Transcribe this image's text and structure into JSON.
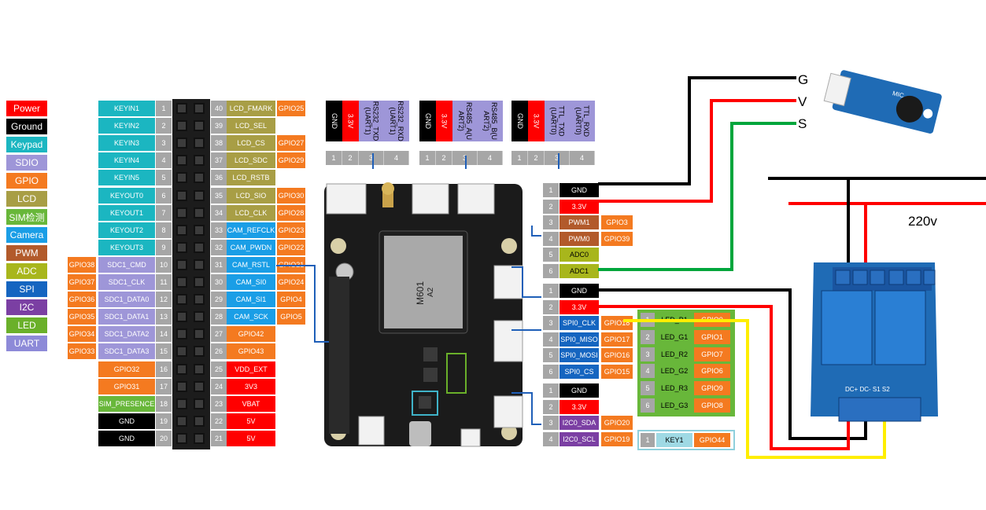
{
  "legend": [
    {
      "label": "Power",
      "color": "#ff0000"
    },
    {
      "label": "Ground",
      "color": "#000000"
    },
    {
      "label": "Keypad",
      "color": "#1bb6c1"
    },
    {
      "label": "SDIO",
      "color": "#9e96d8"
    },
    {
      "label": "GPIO",
      "color": "#f47a20"
    },
    {
      "label": "LCD",
      "color": "#a89e45"
    },
    {
      "label": "SIM检测",
      "color": "#68b73a"
    },
    {
      "label": "Camera",
      "color": "#1a9ee6"
    },
    {
      "label": "PWM",
      "color": "#b25a2b"
    },
    {
      "label": "ADC",
      "color": "#a8b61c"
    },
    {
      "label": "SPI",
      "color": "#1565c0"
    },
    {
      "label": "I2C",
      "color": "#7b3fa3"
    },
    {
      "label": "LED",
      "color": "#6ab02a"
    },
    {
      "label": "UART",
      "color": "#8d8ad8"
    }
  ],
  "left_header": {
    "rows": [
      {
        "gpio": "",
        "name": "KEYIN1",
        "name_color": "#1bb6c1",
        "l": "1",
        "r": "40",
        "rname": "LCD_FMARK",
        "rname_color": "#a89e45",
        "rgpio": "GPIO25"
      },
      {
        "gpio": "",
        "name": "KEYIN2",
        "name_color": "#1bb6c1",
        "l": "2",
        "r": "39",
        "rname": "LCD_SEL",
        "rname_color": "#a89e45",
        "rgpio": ""
      },
      {
        "gpio": "",
        "name": "KEYIN3",
        "name_color": "#1bb6c1",
        "l": "3",
        "r": "38",
        "rname": "LCD_CS",
        "rname_color": "#a89e45",
        "rgpio": "GPIO27"
      },
      {
        "gpio": "",
        "name": "KEYIN4",
        "name_color": "#1bb6c1",
        "l": "4",
        "r": "37",
        "rname": "LCD_SDC",
        "rname_color": "#a89e45",
        "rgpio": "GPIO29"
      },
      {
        "gpio": "",
        "name": "KEYIN5",
        "name_color": "#1bb6c1",
        "l": "5",
        "r": "36",
        "rname": "LCD_RSTB",
        "rname_color": "#a89e45",
        "rgpio": ""
      },
      {
        "gpio": "",
        "name": "KEYOUT0",
        "name_color": "#1bb6c1",
        "l": "6",
        "r": "35",
        "rname": "LCD_SIO",
        "rname_color": "#a89e45",
        "rgpio": "GPIO30"
      },
      {
        "gpio": "",
        "name": "KEYOUT1",
        "name_color": "#1bb6c1",
        "l": "7",
        "r": "34",
        "rname": "LCD_CLK",
        "rname_color": "#a89e45",
        "rgpio": "GPIO28"
      },
      {
        "gpio": "",
        "name": "KEYOUT2",
        "name_color": "#1bb6c1",
        "l": "8",
        "r": "33",
        "rname": "CAM_REFCLK",
        "rname_color": "#1a9ee6",
        "rgpio": "GPIO23"
      },
      {
        "gpio": "",
        "name": "KEYOUT3",
        "name_color": "#1bb6c1",
        "l": "9",
        "r": "32",
        "rname": "CAM_PWDN",
        "rname_color": "#1a9ee6",
        "rgpio": "GPIO22"
      },
      {
        "gpio": "GPIO38",
        "name": "SDC1_CMD",
        "name_color": "#9e96d8",
        "l": "10",
        "r": "31",
        "rname": "CAM_RSTL",
        "rname_color": "#1a9ee6",
        "rgpio": "GPIO21"
      },
      {
        "gpio": "GPIO37",
        "name": "SDC1_CLK",
        "name_color": "#9e96d8",
        "l": "11",
        "r": "30",
        "rname": "CAM_SI0",
        "rname_color": "#1a9ee6",
        "rgpio": "GPIO24"
      },
      {
        "gpio": "GPIO36",
        "name": "SDC1_DATA0",
        "name_color": "#9e96d8",
        "l": "12",
        "r": "29",
        "rname": "CAM_SI1",
        "rname_color": "#1a9ee6",
        "rgpio": "GPIO4"
      },
      {
        "gpio": "GPIO35",
        "name": "SDC1_DATA1",
        "name_color": "#9e96d8",
        "l": "13",
        "r": "28",
        "rname": "CAM_SCK",
        "rname_color": "#1a9ee6",
        "rgpio": "GPIO5"
      },
      {
        "gpio": "GPIO34",
        "name": "SDC1_DATA2",
        "name_color": "#9e96d8",
        "l": "14",
        "r": "27",
        "rname": "GPIO42",
        "rname_color": "#f47a20",
        "rgpio": ""
      },
      {
        "gpio": "GPIO33",
        "name": "SDC1_DATA3",
        "name_color": "#9e96d8",
        "l": "15",
        "r": "26",
        "rname": "GPIO43",
        "rname_color": "#f47a20",
        "rgpio": ""
      },
      {
        "gpio": "",
        "name": "GPIO32",
        "name_color": "#f47a20",
        "l": "16",
        "r": "25",
        "rname": "VDD_EXT",
        "rname_color": "#ff0000",
        "rgpio": ""
      },
      {
        "gpio": "",
        "name": "GPIO31",
        "name_color": "#f47a20",
        "l": "17",
        "r": "24",
        "rname": "3V3",
        "rname_color": "#ff0000",
        "rgpio": ""
      },
      {
        "gpio": "",
        "name": "SIM_PRESENCE",
        "name_color": "#68b73a",
        "l": "18",
        "r": "23",
        "rname": "VBAT",
        "rname_color": "#ff0000",
        "rgpio": ""
      },
      {
        "gpio": "",
        "name": "GND",
        "name_color": "#000000",
        "l": "19",
        "r": "22",
        "rname": "5V",
        "rname_color": "#ff0000",
        "rgpio": ""
      },
      {
        "gpio": "",
        "name": "GND",
        "name_color": "#000000",
        "l": "20",
        "r": "21",
        "rname": "5V",
        "rname_color": "#ff0000",
        "rgpio": ""
      }
    ]
  },
  "top_headers": [
    {
      "labels": [
        "GND",
        "3.3V",
        "RS232_TXD\n(UART1)",
        "RS232_RXD\n(UART1)"
      ],
      "nums": [
        "1",
        "2",
        "3",
        "4"
      ]
    },
    {
      "labels": [
        "GND",
        "3.3V",
        "RS485_A(U\nART2)",
        "RS485_B(U\nART2)"
      ],
      "nums": [
        "1",
        "2",
        "3",
        "4"
      ]
    },
    {
      "labels": [
        "GND",
        "3.3V",
        "TTL_TXD\n(UART0)",
        "TTL_RXD\n(UART0)"
      ],
      "nums": [
        "1",
        "2",
        "3",
        "4"
      ]
    }
  ],
  "right_pins_a": [
    {
      "n": "1",
      "name": "GND",
      "color": "#000000",
      "gpio": ""
    },
    {
      "n": "2",
      "name": "3.3V",
      "color": "#ff0000",
      "gpio": ""
    },
    {
      "n": "3",
      "name": "PWM1",
      "color": "#b25a2b",
      "gpio": "GPIO3"
    },
    {
      "n": "4",
      "name": "PWM0",
      "color": "#b25a2b",
      "gpio": "GPIO39"
    },
    {
      "n": "5",
      "name": "ADC0",
      "color": "#a8b61c",
      "gpio": ""
    },
    {
      "n": "6",
      "name": "ADC1",
      "color": "#a8b61c",
      "gpio": ""
    }
  ],
  "right_pins_b": [
    {
      "n": "1",
      "name": "GND",
      "color": "#000000",
      "gpio": ""
    },
    {
      "n": "2",
      "name": "3.3V",
      "color": "#ff0000",
      "gpio": ""
    },
    {
      "n": "3",
      "name": "SPI0_CLK",
      "color": "#1565c0",
      "gpio": "GPIO18"
    },
    {
      "n": "4",
      "name": "SPI0_MISO",
      "color": "#1565c0",
      "gpio": "GPIO17"
    },
    {
      "n": "5",
      "name": "SPI0_MOSI",
      "color": "#1565c0",
      "gpio": "GPIO16"
    },
    {
      "n": "6",
      "name": "SPI0_CS",
      "color": "#1565c0",
      "gpio": "GPIO15"
    }
  ],
  "right_pins_c": [
    {
      "n": "1",
      "name": "GND",
      "color": "#000000",
      "gpio": ""
    },
    {
      "n": "2",
      "name": "3.3V",
      "color": "#ff0000",
      "gpio": ""
    },
    {
      "n": "3",
      "name": "I2C0_SDA",
      "color": "#7b3fa3",
      "gpio": "GPIO20"
    },
    {
      "n": "4",
      "name": "I2C0_SCL",
      "color": "#7b3fa3",
      "gpio": "GPIO19"
    }
  ],
  "led_pins": [
    {
      "n": "1",
      "name": "LED_B1",
      "gpio": "GPIO0"
    },
    {
      "n": "2",
      "name": "LED_G1",
      "gpio": "GPIO1"
    },
    {
      "n": "3",
      "name": "LED_R2",
      "gpio": "GPIO7"
    },
    {
      "n": "4",
      "name": "LED_G2",
      "gpio": "GPIO6"
    },
    {
      "n": "5",
      "name": "LED_R3",
      "gpio": "GPIO9"
    },
    {
      "n": "6",
      "name": "LED_G3",
      "gpio": "GPIO8"
    }
  ],
  "key_pin": {
    "n": "1",
    "name": "KEY1",
    "gpio": "GPIO44"
  },
  "board": {
    "module_brand": "M601",
    "module_sub": "A2"
  },
  "sensor": {
    "g": "G",
    "v": "V",
    "s": "S",
    "chip_label": "MIC"
  },
  "relay": {
    "voltage_label": "220v",
    "terminals": [
      "DC+",
      "DC-",
      "S1",
      "S2"
    ]
  },
  "colors": {
    "wire_black": "#000000",
    "wire_red": "#ff0000",
    "wire_green": "#00a63c",
    "wire_yellow": "#ffee00",
    "wire_blue": "#1f5fb8"
  }
}
